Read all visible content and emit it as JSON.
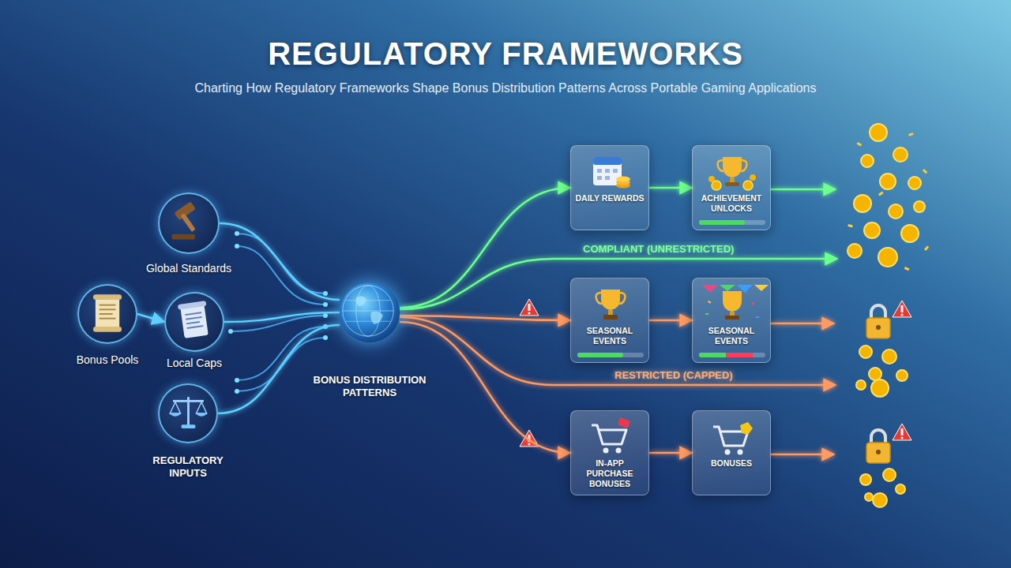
{
  "diagram": {
    "title": "REGULATORY FRAMEWORKS",
    "caption": "Charting How Regulatory Frameworks Shape Bonus Distribution Patterns Across Portable Gaming Applications",
    "nodes": [
      {
        "text": [
          "Global Standards"
        ]
      },
      {
        "text": [
          "Bonus Pools"
        ]
      },
      {
        "text": [
          "Local Caps"
        ]
      },
      {
        "text": [
          "REGULATORY INPUTS"
        ]
      },
      {
        "text": [
          "BONUS DISTRIBUTION PATTERNS"
        ]
      },
      {
        "text": [
          "DAILY REWARDS"
        ]
      },
      {
        "text": [
          "ACHIEVEMENT UNLOCKS"
        ]
      },
      {
        "text": [
          "SEASONAL EVENTS"
        ]
      },
      {
        "text": [
          "SEASONAL EVENTS"
        ]
      },
      {
        "text": [
          "IN-APP PURCHASE BONUSES"
        ]
      },
      {
        "text": [
          "BONUSES"
        ]
      }
    ],
    "edges": [
      {
        "from": 1,
        "to": 2,
        "arrow": "to"
      },
      {
        "from": 0,
        "to": 4,
        "arrow": "none"
      },
      {
        "from": 2,
        "to": 4,
        "arrow": "none"
      },
      {
        "from": 3,
        "to": 4,
        "arrow": "none"
      },
      {
        "from": 4,
        "to": 5,
        "arrow": "to"
      },
      {
        "from": 5,
        "to": 6,
        "arrow": "to"
      },
      {
        "from": 4,
        "to": 7,
        "arrow": "to"
      },
      {
        "from": 7,
        "to": 8,
        "arrow": "to"
      },
      {
        "from": 4,
        "to": 9,
        "arrow": "to"
      },
      {
        "from": 9,
        "to": 10,
        "arrow": "to"
      }
    ],
    "labels": [
      "COMPLIANT (UNRESTRICTED)",
      "RESTRICTED (CAPPED)"
    ]
  }
}
